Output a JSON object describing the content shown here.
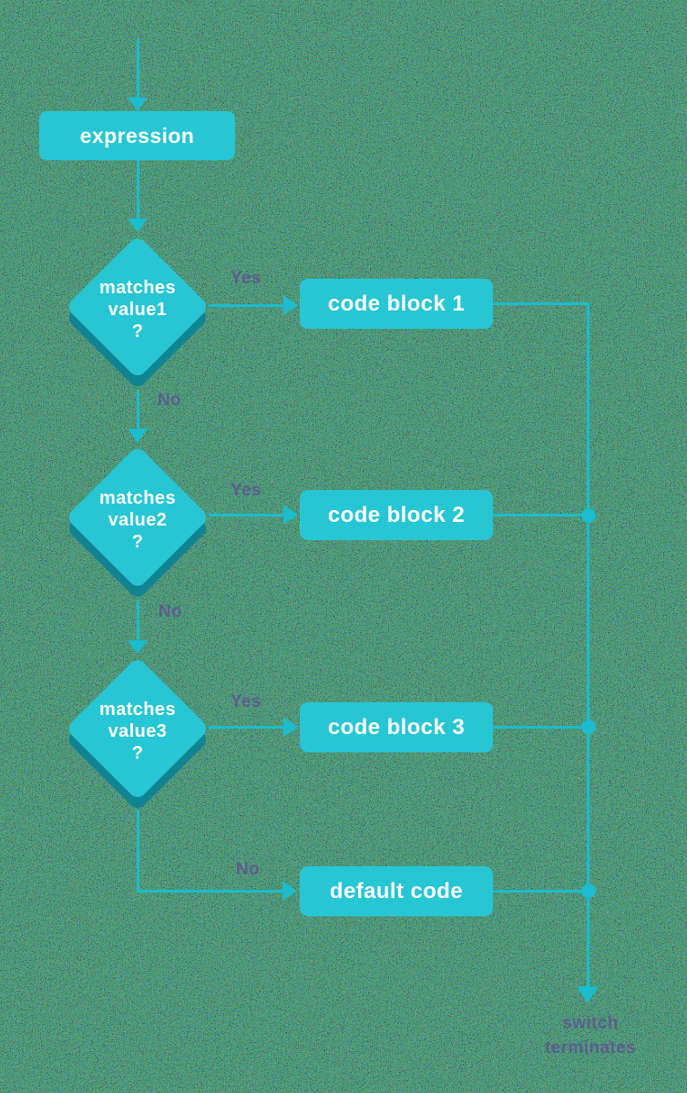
{
  "colors": {
    "node_fill": "#26c6d4",
    "node_shadow": "#118493",
    "connector": "#1bbccd",
    "edge_label_text": "#5d5d8e",
    "node_text": "#ffffff",
    "background": "#1a241d"
  },
  "nodes": {
    "expression": {
      "label": "expression"
    },
    "decision1": {
      "line1": "matches",
      "line2": "value1",
      "line3": "?"
    },
    "decision2": {
      "line1": "matches",
      "line2": "value2",
      "line3": "?"
    },
    "decision3": {
      "line1": "matches",
      "line2": "value3",
      "line3": "?"
    },
    "code_block_1": {
      "label": "code block 1"
    },
    "code_block_2": {
      "label": "code block 2"
    },
    "code_block_3": {
      "label": "code block 3"
    },
    "default_code": {
      "label": "default code"
    },
    "terminator": {
      "line1": "switch",
      "line2": "terminates"
    }
  },
  "edge_labels": {
    "yes1": "Yes",
    "yes2": "Yes",
    "yes3": "Yes",
    "no1": "No",
    "no2": "No",
    "no3": "No"
  }
}
